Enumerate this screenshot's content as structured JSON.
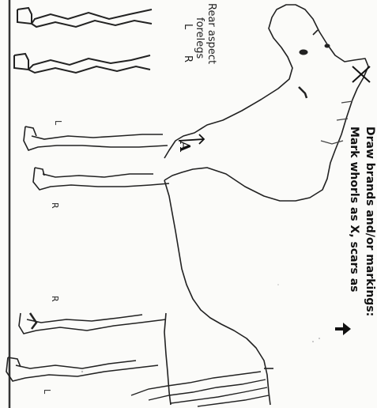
{
  "instructions": {
    "line1": "Draw brands and/or markings:",
    "line2": "Mark whorls as X, scars as"
  },
  "rear_aspect": {
    "line1": "Rear aspect",
    "line2": "forelegs",
    "left": "L",
    "right": "R"
  },
  "leg_labels": {
    "front_left": "L",
    "front_right": "R",
    "hind_right": "R",
    "hind_left": "L"
  },
  "brand_mark": "A",
  "colors": {
    "ink": "#111111",
    "paper": "#fbfbf9"
  }
}
